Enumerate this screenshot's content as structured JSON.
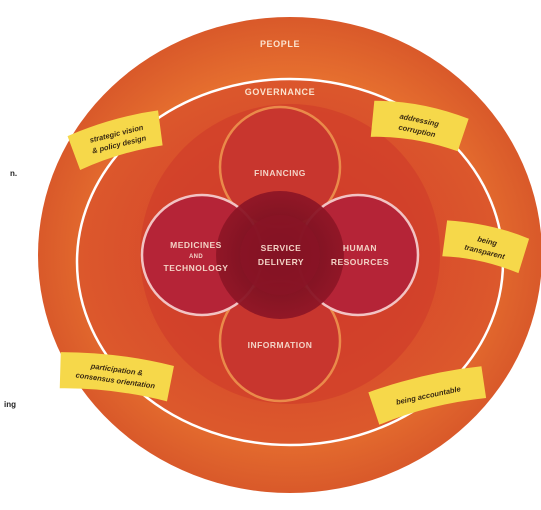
{
  "diagram": {
    "rings": {
      "outer": "PEOPLE",
      "inner": "GOVERNANCE"
    },
    "nodes": {
      "top": "FINANCING",
      "left_line1": "MEDICINES",
      "left_line2": "AND",
      "left_line3": "TECHNOLOGY",
      "center_line1": "SERVICE",
      "center_line2": "DELIVERY",
      "right_line1": "HUMAN",
      "right_line2": "RESOURCES",
      "bottom": "INFORMATION"
    },
    "banners": {
      "top_left_line1": "strategic vision",
      "top_left_line2": "& policy design",
      "top_right_line1": "addressing",
      "top_right_line2": "corruption",
      "mid_right_line1": "being",
      "mid_right_line2": "transparent",
      "bottom_left_line1": "participation &",
      "bottom_left_line2": "consensus orientation",
      "bottom_right": "being accountable"
    },
    "cropped_text": {
      "upper_left_fragment": "n.",
      "lower_left_fragment": "ing"
    },
    "colors": {
      "outer_ring": "#e26a2c",
      "inner_field": "#d9502a",
      "center_circles": "#b52437",
      "core": "#7c1020",
      "banner": "#f6d84a"
    }
  }
}
